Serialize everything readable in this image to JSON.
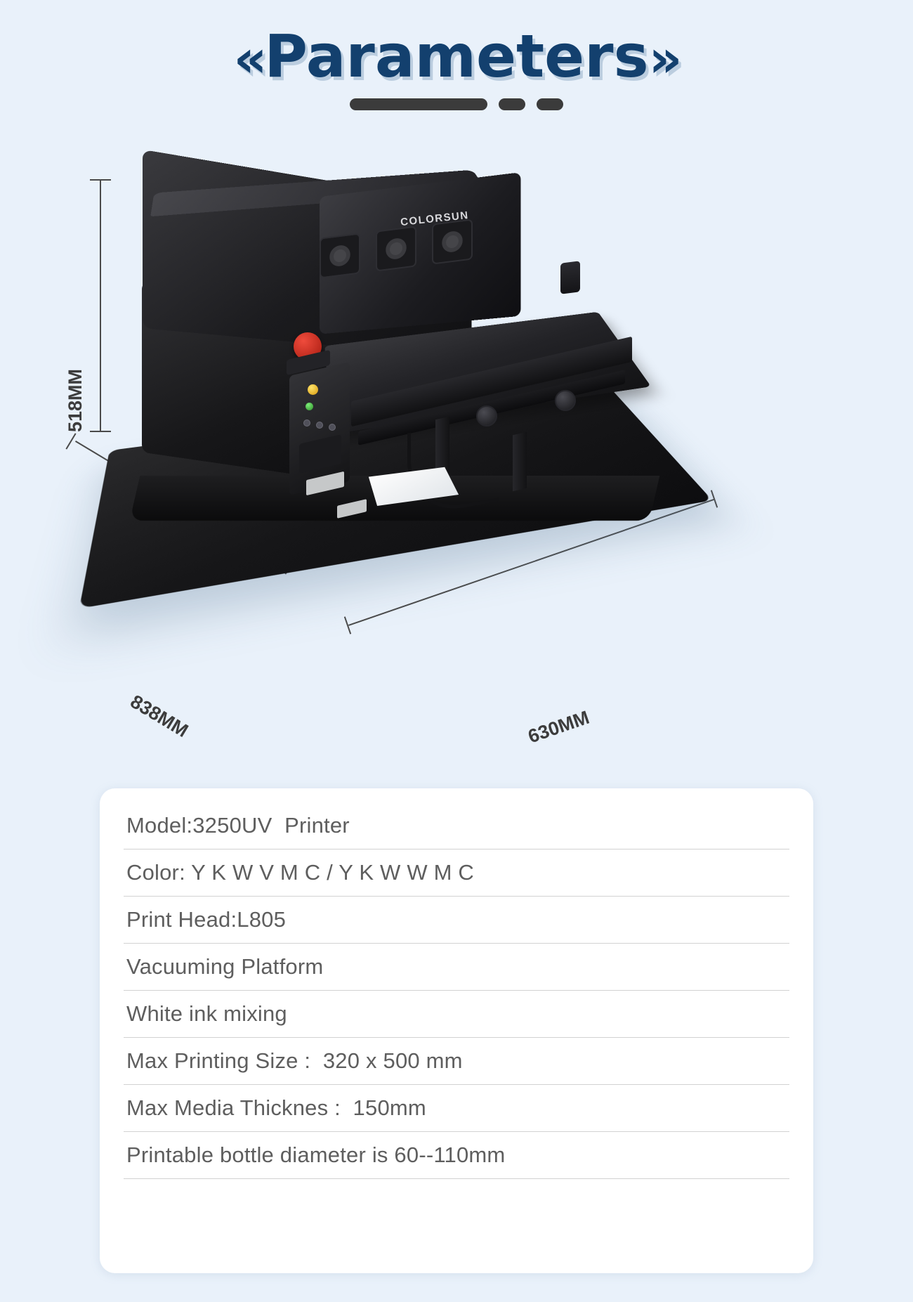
{
  "header": {
    "left_chevrons": "«",
    "title": "Parameters",
    "right_chevrons": "»"
  },
  "product_image": {
    "brand_label": "COLORSUN",
    "dimensions": {
      "height": "518MM",
      "depth": "838MM",
      "width": "630MM"
    }
  },
  "spec_card": {
    "rows": [
      {
        "text": "Model:3250UV  Printer"
      },
      {
        "text": "Color: Y K W V M C / Y K W W M C"
      },
      {
        "text": "Print Head:L805"
      },
      {
        "text": "Vacuuming Platform"
      },
      {
        "text": "White ink mixing"
      },
      {
        "text": "Max Printing Size :  320 x 500 mm"
      },
      {
        "text": "Max Media Thicknes :  150mm"
      },
      {
        "text": "Printable bottle diameter is 60--110mm"
      }
    ]
  },
  "colors": {
    "background": "#e9f1fa",
    "title": "#13406e",
    "dash": "#3b3b3b",
    "card": "#ffffff",
    "spec_text": "#5e5e5e",
    "divider": "#d2d2d2",
    "dimension_text": "#3c3c3c"
  }
}
